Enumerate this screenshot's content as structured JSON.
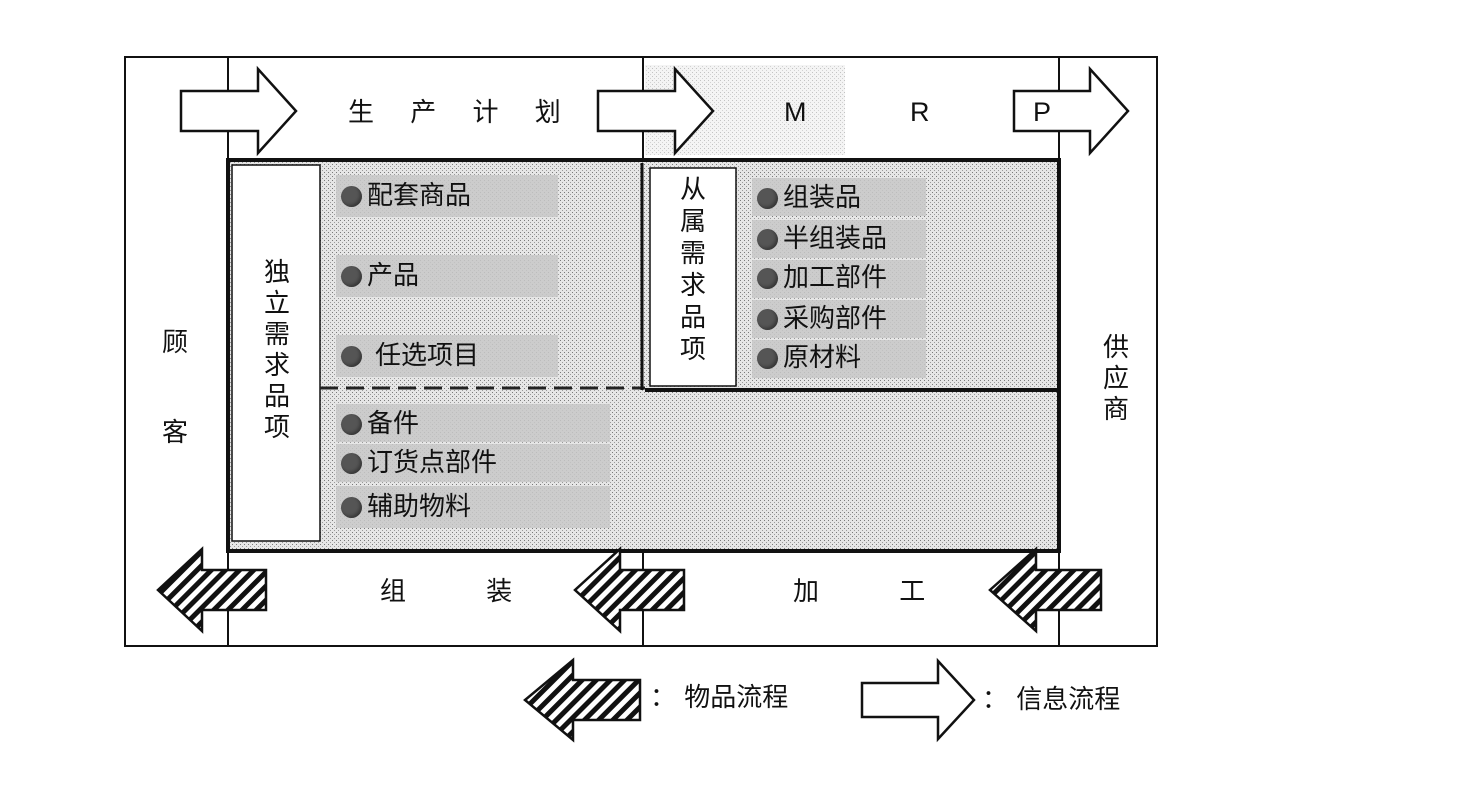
{
  "top_row": {
    "production_plan": "生 产 计 划",
    "mrp": "M R P"
  },
  "bottom_row": {
    "assembly": "组 装",
    "processing": "加 工"
  },
  "side": {
    "customer": "顾客",
    "supplier": "供应商"
  },
  "independent": {
    "label": "独立需求品项",
    "items_upper": [
      "配套商品",
      "产品",
      "任选项目"
    ],
    "items_lower": [
      "备件",
      "订货点部件",
      "辅助物料"
    ]
  },
  "dependent": {
    "label": "从属需求品项",
    "items": [
      "组装品",
      "半组装品",
      "加工部件",
      "采购部件",
      "原材料"
    ]
  },
  "legend": {
    "material_flow": "：  物品流程",
    "info_flow": "：  信息流程"
  },
  "colors": {
    "dot": "#555555",
    "shading": "#d0d0d0"
  }
}
